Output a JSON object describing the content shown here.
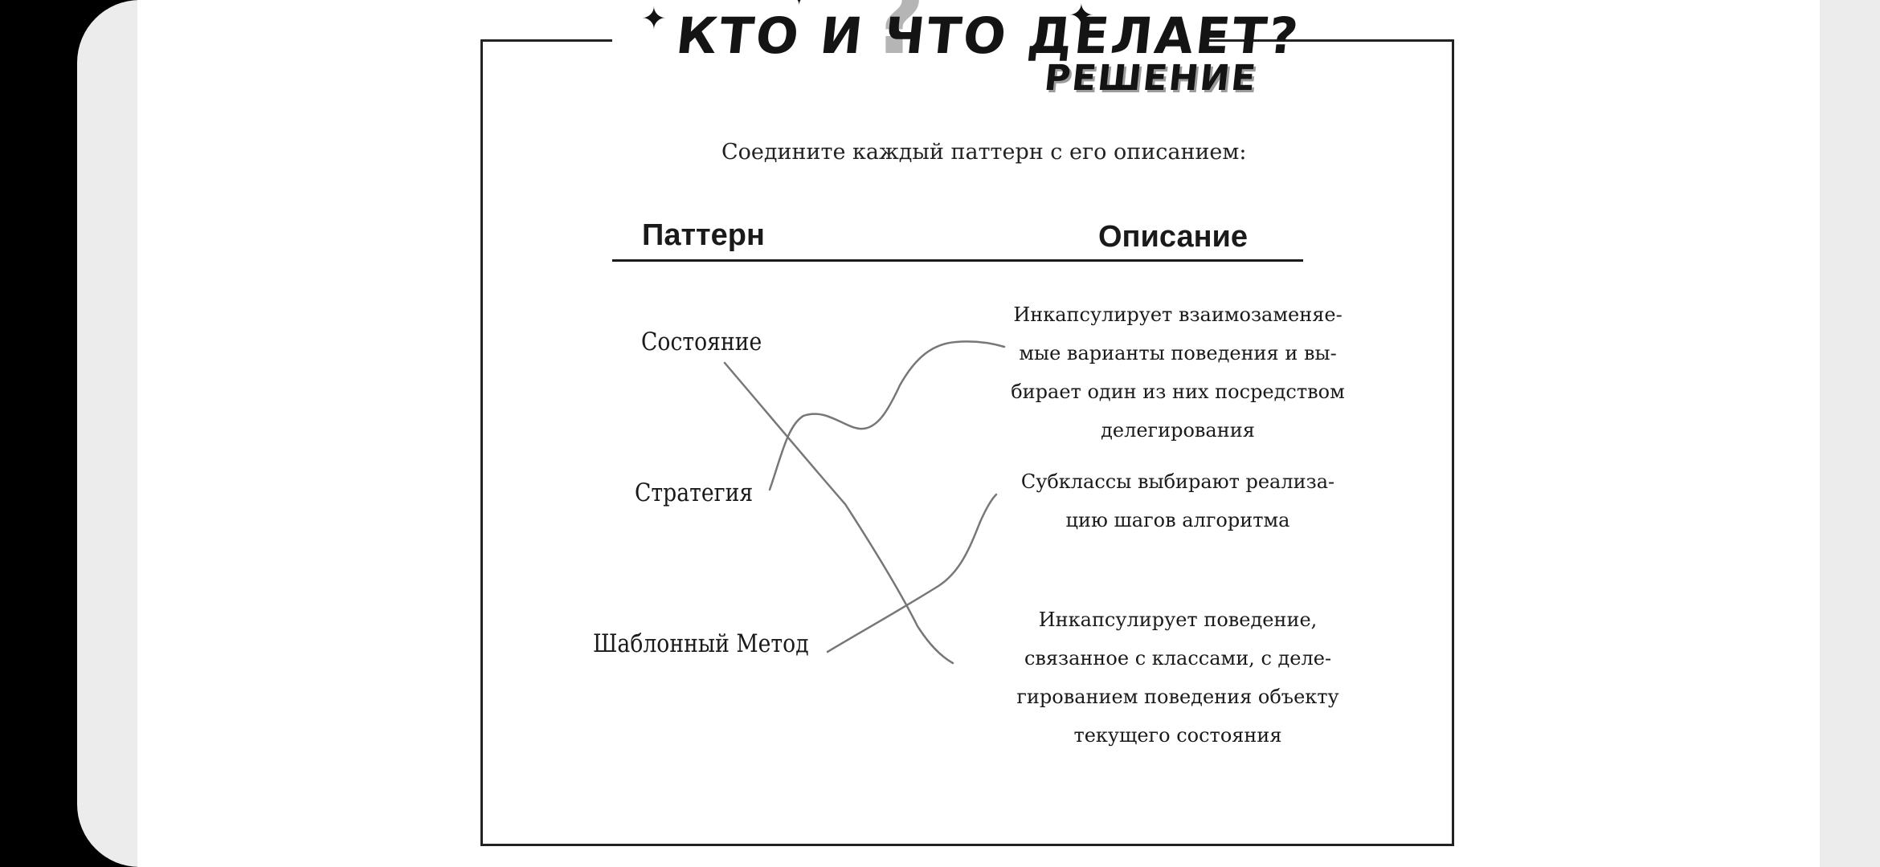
{
  "header": {
    "title": "Кто и что делает?",
    "subtitle": "Решение"
  },
  "instruction": "Соедините каждый паттерн с его описанием:",
  "columns": {
    "pattern": "Паттерн",
    "description": "Описание"
  },
  "patterns": [
    "Состояние",
    "Стратегия",
    "Шаблонный Метод"
  ],
  "descriptions": [
    {
      "lines": [
        "Инкапсулирует взаимозаменяе-",
        "мые варианты поведения и вы-",
        "бирает один из них посредством",
        "делегирования"
      ]
    },
    {
      "lines": [
        "Субклассы выбирают реализа-",
        "цию шагов алгоритма"
      ]
    },
    {
      "lines": [
        "Инкапсулирует поведение,",
        "связанное с классами, с деле-",
        "гированием поведения объекту",
        "текущего состояния"
      ]
    }
  ],
  "colors": {
    "page_background": "#ffffff",
    "frame_background": "#ececec",
    "ink": "#1a1a1a",
    "connector_line": "#777777",
    "question_mark": "#b5b5b5"
  },
  "icons": {
    "decoration": [
      "question-mark-icon",
      "sparkle-star-icon"
    ]
  }
}
